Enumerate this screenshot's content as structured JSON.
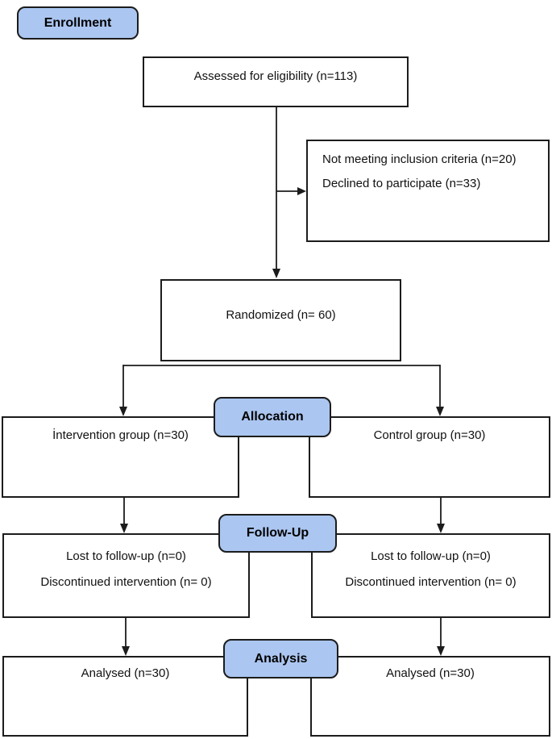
{
  "diagram": {
    "type": "consort-flow",
    "stage_labels": {
      "enrollment": "Enrollment",
      "allocation": "Allocation",
      "follow_up": "Follow-Up",
      "analysis": "Analysis"
    },
    "boxes": {
      "assessed": {
        "text": "Assessed for eligibility (n=113)"
      },
      "excluded": {
        "lines": [
          "Not meeting inclusion criteria (n=20)",
          "Declined to participate (n=33)"
        ]
      },
      "randomized": {
        "text": "Randomized (n= 60)"
      },
      "intervention": {
        "text": "İntervention group (n=30)"
      },
      "control": {
        "text": "Control group (n=30)"
      },
      "followup_left": {
        "lines": [
          "Lost to follow-up (n=0)",
          "Discontinued intervention (n= 0)"
        ]
      },
      "followup_right": {
        "lines": [
          "Lost to follow-up (n=0)",
          "Discontinued intervention (n= 0)"
        ]
      },
      "analysed_left": {
        "text": "Analysed (n=30)"
      },
      "analysed_right": {
        "text": "Analysed (n=30)"
      }
    },
    "colors": {
      "stage_fill": "#abc6f0",
      "stage_border": "#1c1c1c",
      "box_border": "#1c1c1c",
      "box_fill": "#ffffff",
      "text": "#111111"
    }
  }
}
